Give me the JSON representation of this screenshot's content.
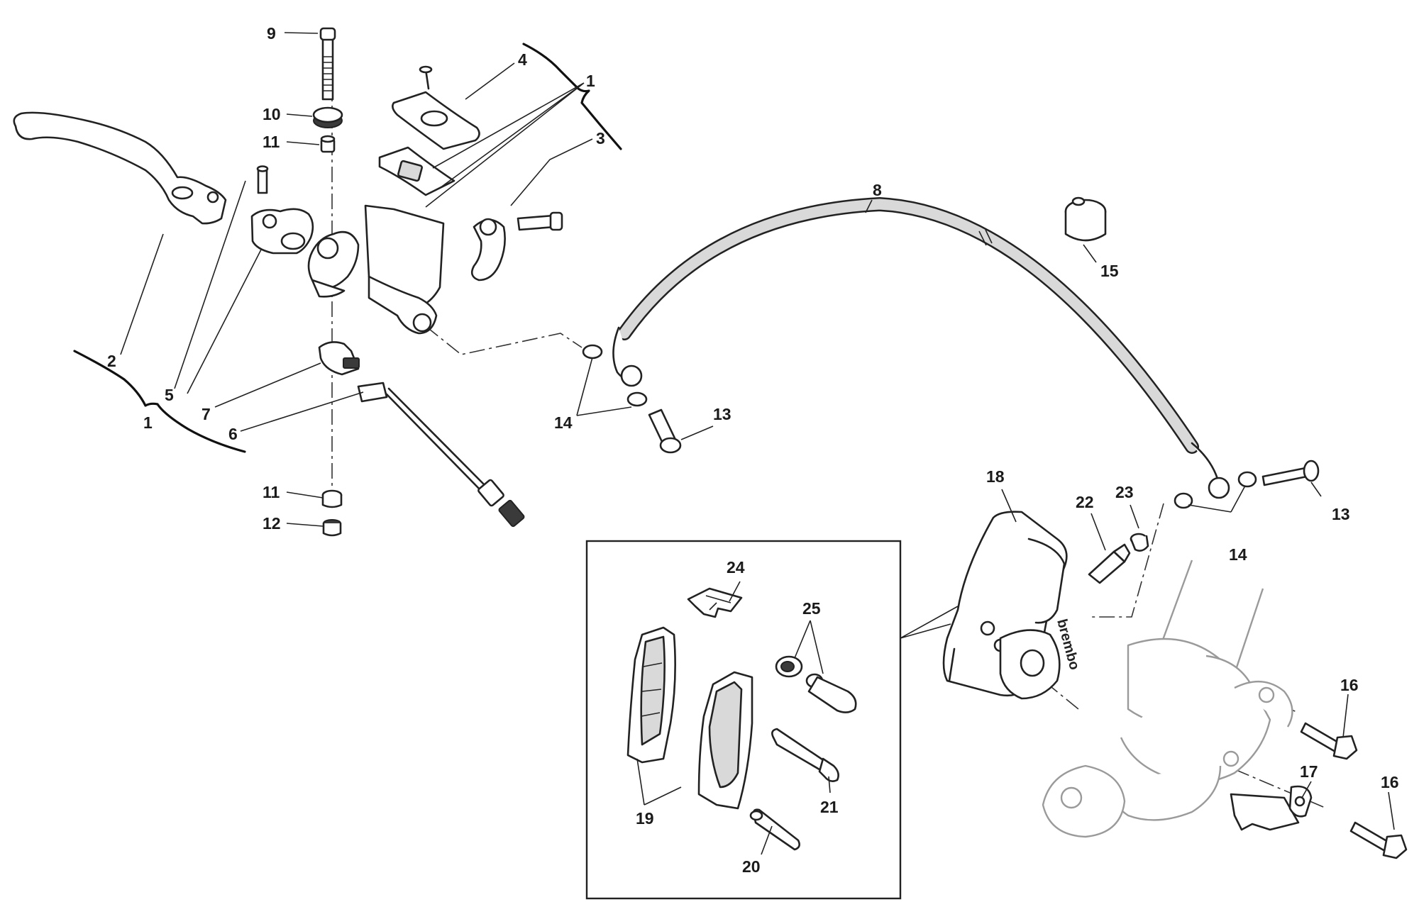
{
  "diagram": {
    "callouts": [
      {
        "key": "c1a",
        "label": "1"
      },
      {
        "key": "c1b",
        "label": "1"
      },
      {
        "key": "c2",
        "label": "2"
      },
      {
        "key": "c3",
        "label": "3"
      },
      {
        "key": "c4",
        "label": "4"
      },
      {
        "key": "c5",
        "label": "5"
      },
      {
        "key": "c6",
        "label": "6"
      },
      {
        "key": "c7",
        "label": "7"
      },
      {
        "key": "c8",
        "label": "8"
      },
      {
        "key": "c9",
        "label": "9"
      },
      {
        "key": "c10",
        "label": "10"
      },
      {
        "key": "c11a",
        "label": "11"
      },
      {
        "key": "c11b",
        "label": "11"
      },
      {
        "key": "c12",
        "label": "12"
      },
      {
        "key": "c13a",
        "label": "13"
      },
      {
        "key": "c13b",
        "label": "13"
      },
      {
        "key": "c14a",
        "label": "14"
      },
      {
        "key": "c14b",
        "label": "14"
      },
      {
        "key": "c15",
        "label": "15"
      },
      {
        "key": "c16a",
        "label": "16"
      },
      {
        "key": "c16b",
        "label": "16"
      },
      {
        "key": "c17",
        "label": "17"
      },
      {
        "key": "c18",
        "label": "18"
      },
      {
        "key": "c19",
        "label": "19"
      },
      {
        "key": "c20",
        "label": "20"
      },
      {
        "key": "c21",
        "label": "21"
      },
      {
        "key": "c22",
        "label": "22"
      },
      {
        "key": "c23",
        "label": "23"
      },
      {
        "key": "c24",
        "label": "24"
      },
      {
        "key": "c25",
        "label": "25"
      }
    ],
    "caliper_logo_text": "brembo",
    "colors": {
      "line": "#222222",
      "hose_fill": "#d9d9d9",
      "fork_outline": "#9a9a9a",
      "background": "#ffffff"
    }
  }
}
